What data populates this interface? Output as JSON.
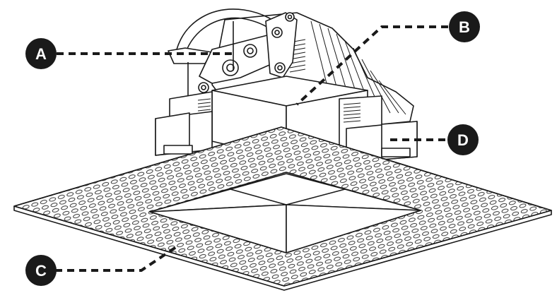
{
  "figure": {
    "background_color": "#ffffff",
    "line_color": "#1a1a1a",
    "callout_color": "#1a1a1a",
    "callout_text_color": "#ffffff"
  },
  "callouts": [
    {
      "id": "a",
      "label": "A"
    },
    {
      "id": "b",
      "label": "B"
    },
    {
      "id": "c",
      "label": "C"
    },
    {
      "id": "d",
      "label": "D"
    }
  ]
}
